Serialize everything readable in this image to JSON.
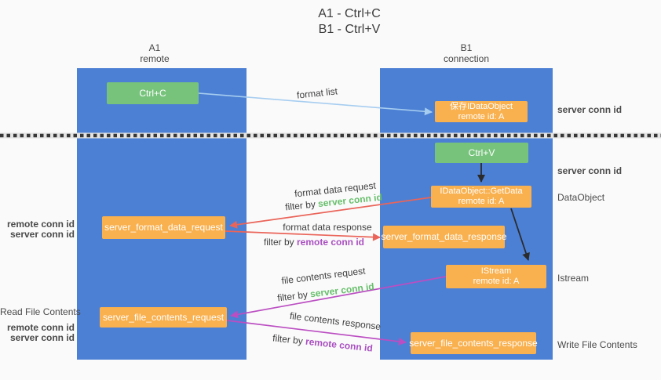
{
  "title": {
    "line1": "A1 - Ctrl+C",
    "line2": "B1 - Ctrl+V"
  },
  "lanes": {
    "a1": {
      "title": "A1",
      "subtitle": "remote"
    },
    "b1": {
      "title": "B1",
      "subtitle": "connection"
    }
  },
  "nodes": {
    "ctrl_c": {
      "label": "Ctrl+C"
    },
    "save_dataobject": {
      "line1": "保存IDataObject",
      "line2": "remote id: A"
    },
    "ctrl_v": {
      "label": "Ctrl+V"
    },
    "getdata": {
      "line1": "IDataObject::GetData",
      "line2": "remote id: A"
    },
    "format_request": {
      "label": "server_format_data_request"
    },
    "format_response": {
      "label": "server_format_data_response"
    },
    "istream": {
      "line1": "IStream",
      "line2": "remote id: A"
    },
    "file_request": {
      "label": "server_file_contents_request"
    },
    "file_response": {
      "label": "server_file_contents_response"
    }
  },
  "flow_labels": {
    "format_list": "format list",
    "format_data_request": "format data request",
    "format_data_response": "format data response",
    "file_contents_request": "file contents request",
    "file_contents_response": "file contents response",
    "filter_prefix": "filter by",
    "server_conn_id": "server conn id",
    "remote_conn_id": "remote conn id"
  },
  "side_labels": {
    "right_server_conn_id_top": "server conn id",
    "right_server_conn_id_mid": "server conn id",
    "right_dataobject": "DataObject",
    "right_istream": "Istream",
    "right_write_file_contents": "Write File Contents",
    "left_remote_conn_id_mid": "remote conn id",
    "left_server_conn_id_mid": "server conn id",
    "left_read_file_contents": "Read File Contents",
    "left_remote_conn_id_bottom": "remote conn id",
    "left_server_conn_id_bottom": "server conn id"
  },
  "colors": {
    "background": "#fafafa",
    "lane_blue": "#4c80d4",
    "node_green": "#77c37c",
    "node_orange": "#f9b04e",
    "arrow_lightblue": "#a6cdf0",
    "arrow_black": "#2b2b2b",
    "arrow_red": "#ea6459",
    "arrow_magenta": "#bb4ec2",
    "label_green": "#67bf6b",
    "label_purple": "#a94fc0",
    "text_dark": "#3f3f3f"
  }
}
